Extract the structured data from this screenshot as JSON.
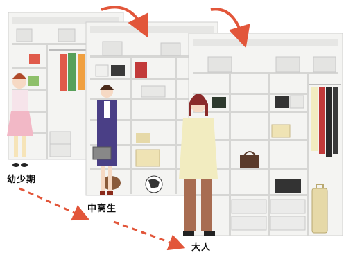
{
  "stages": [
    {
      "id": "child",
      "label": "幼少期"
    },
    {
      "id": "teen",
      "label": "中高生"
    },
    {
      "id": "adult",
      "label": "大人"
    }
  ],
  "colors": {
    "shelf": "#f4f4f2",
    "shelf_edge": "#cfcfcf",
    "shelf_back": "#ececea",
    "arrow": "#e2563a",
    "child_dress": "#f2b8c6",
    "teen_blazer": "#4a3f86",
    "adult_sweater": "#f2ecc0",
    "adult_pants": "#a86d52"
  }
}
